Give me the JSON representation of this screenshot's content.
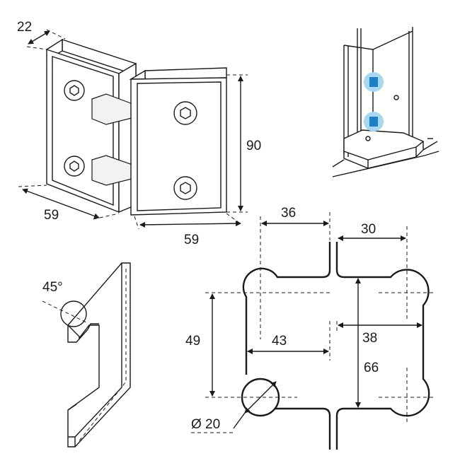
{
  "hinge_dimensions": {
    "depth": "22",
    "height": "90",
    "width_left": "59",
    "width_right": "59"
  },
  "angle_detail": {
    "angle": "45°"
  },
  "cutout_dimensions": {
    "top_left_width": "36",
    "top_right_width": "30",
    "left_height": "49",
    "inner_width": "43",
    "right_inner_width": "38",
    "right_height": "66",
    "hole_diameter": "Ø 20"
  },
  "colors": {
    "highlight": "#1e7fc4",
    "highlight_glow": "#a8d8f0",
    "line": "#1a1a1a"
  }
}
